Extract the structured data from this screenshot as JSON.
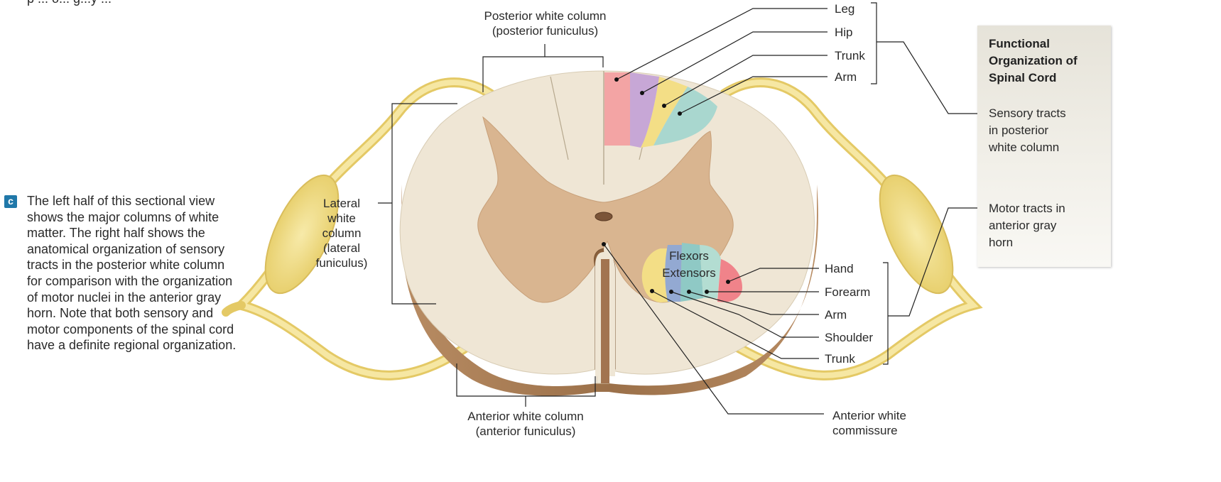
{
  "caption": {
    "clipped_line": "p ... o... g...y ...",
    "badge": "c",
    "text": "The left half of this sectional view shows the major columns of white matter. The right half shows the anatomical organization of sensory tracts in the posterior white column for comparison with the organization of motor nuclei in the anterior gray horn. Note that both sensory and motor components of the spinal cord have a definite regional organization."
  },
  "labels": {
    "posterior_white_column": [
      "Posterior white column",
      "(posterior funiculus)"
    ],
    "lateral_white_column": [
      "Lateral",
      "white",
      "column",
      "(lateral",
      "funiculus)"
    ],
    "anterior_white_column": [
      "Anterior white column",
      "(anterior funiculus)"
    ],
    "anterior_white_commissure": [
      "Anterior white",
      "commissure"
    ],
    "flexors": "Flexors",
    "extensors": "Extensors",
    "sensory_regions": [
      "Leg",
      "Hip",
      "Trunk",
      "Arm"
    ],
    "motor_regions": [
      "Hand",
      "Forearm",
      "Arm",
      "Shoulder",
      "Trunk"
    ]
  },
  "panel": {
    "title": "Functional Organization of Spinal Cord",
    "sensory": [
      "Sensory tracts",
      "in posterior",
      "white column"
    ],
    "motor": [
      "Motor tracts in",
      "anterior gray",
      "horn"
    ]
  },
  "colors": {
    "white_matter": "#efe6d5",
    "gray_matter": "#d9b590",
    "cord_side": "#a57b56",
    "nerve": "#f1dd8a",
    "leg": "#f3a4a4",
    "hip": "#c7a7d6",
    "trunk": "#f3de86",
    "arm": "#a9d7cf",
    "motor_hand": "#f0838a",
    "motor_forearm": "#b3ddd2",
    "motor_arm": "#8fc9c5",
    "motor_shoulder": "#93a9d2",
    "motor_trunk": "#f3de86"
  }
}
